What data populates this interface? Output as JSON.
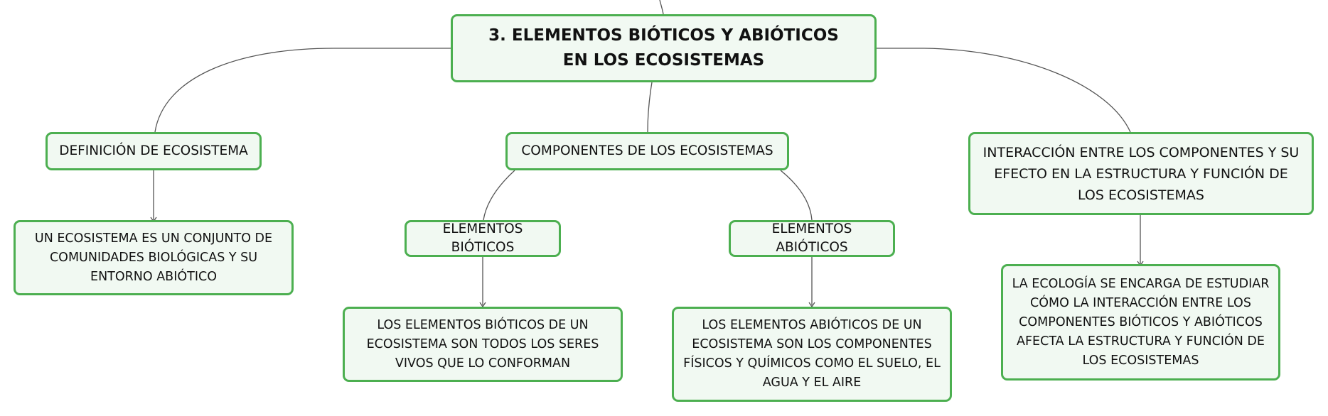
{
  "diagram": {
    "central_topic": "3. ELEMENTOS BIÓTICOS Y ABIÓTICOS EN LOS ECOSISTEMAS",
    "branches": [
      {
        "label": "DEFINICIÓN DE ECOSISTEMA",
        "children": [
          {
            "label": "UN ECOSISTEMA ES UN CONJUNTO DE COMUNIDADES BIOLÓGICAS Y SU ENTORNO ABIÓTICO"
          }
        ]
      },
      {
        "label": "COMPONENTES DE LOS ECOSISTEMAS",
        "children": [
          {
            "label": "ELEMENTOS BIÓTICOS",
            "children": [
              {
                "label": "LOS ELEMENTOS BIÓTICOS DE UN ECOSISTEMA SON TODOS LOS SERES VIVOS QUE LO CONFORMAN"
              }
            ]
          },
          {
            "label": "ELEMENTOS ABIÓTICOS",
            "children": [
              {
                "label": "LOS ELEMENTOS ABIÓTICOS DE UN ECOSISTEMA SON LOS COMPONENTES FÍSICOS Y QUÍMICOS COMO EL SUELO, EL AGUA Y EL AIRE"
              }
            ]
          }
        ]
      },
      {
        "label": "INTERACCIÓN ENTRE LOS COMPONENTES Y SU EFECTO EN LA ESTRUCTURA Y FUNCIÓN DE LOS ECOSISTEMAS",
        "children": [
          {
            "label": "LA ECOLOGÍA SE ENCARGA DE ESTUDIAR CÓMO LA INTERACCIÓN ENTRE LOS COMPONENTES BIÓTICOS Y ABIÓTICOS AFECTA LA ESTRUCTURA Y FUNCIÓN DE LOS ECOSISTEMAS"
          }
        ]
      }
    ]
  },
  "colors": {
    "node_border": "#4caf50",
    "node_fill": "#f1f9f2",
    "connector": "#555555",
    "text": "#111111"
  }
}
